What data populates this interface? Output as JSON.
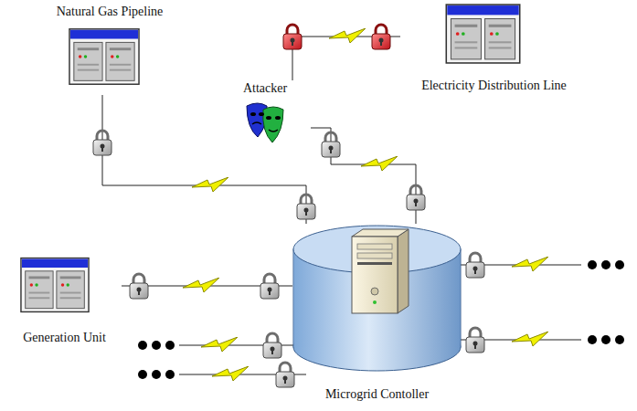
{
  "diagram": {
    "nodes": [
      {
        "text": [
          "Natural Gas Pipeline"
        ]
      },
      {
        "text": [
          "Electricity Distribution Line"
        ]
      },
      {
        "text": [
          "Attacker"
        ]
      },
      {
        "text": [
          "Generation Unit"
        ]
      },
      {
        "text": [
          "Microgrid Contoller"
        ]
      }
    ],
    "edges": [
      {
        "from": 0,
        "to": 4,
        "arrow": "none"
      },
      {
        "from": 1,
        "to": 2,
        "arrow": "none"
      },
      {
        "from": 2,
        "to": 4,
        "arrow": "none"
      },
      {
        "from": 3,
        "to": 4,
        "arrow": "none"
      }
    ]
  }
}
